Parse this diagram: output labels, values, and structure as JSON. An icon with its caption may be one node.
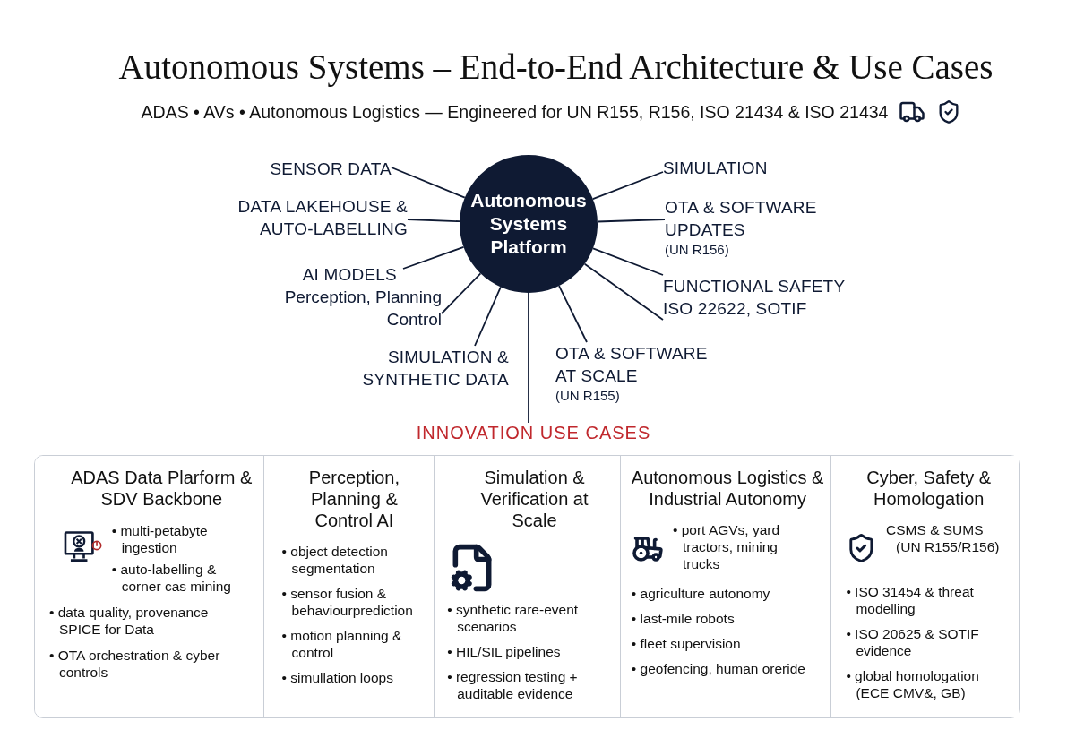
{
  "diagram": {
    "title": "Autonomous Systems – End-to-End Architecture & Use Cases",
    "nodes": [
      {
        "text": [
          "Autonomous Systems Platform"
        ]
      },
      {
        "text": [
          "SENSOR DATA"
        ]
      },
      {
        "text": [
          "DATA LAKEHOUSE & AUTO-LABELLING"
        ]
      },
      {
        "text": [
          "AI MODELS",
          "Perception, Planning Control"
        ]
      },
      {
        "text": [
          "SIMULATION & SYNTHETIC DATA"
        ]
      },
      {
        "text": [
          "OTA & SOFTWARE AT SCALE",
          "(UN R155)"
        ]
      },
      {
        "text": [
          "SIMULATION"
        ]
      },
      {
        "text": [
          "OTA & SOFTWARE UPDATES",
          "(UN R156)"
        ]
      },
      {
        "text": [
          "FUNCTIONAL SAFETY ISO 22622, SOTIF"
        ]
      },
      {
        "text": [
          "INNOVATION USE CASES"
        ]
      },
      {
        "text": [],
        "shape": "box"
      },
      {
        "text": [
          "ADAS Data Plarform & SDV Backbone",
          "• multi-petabyte ingestion",
          "• auto-labelling & corner cas mining",
          "• data quality, provenance SPICE for Data",
          "• OTA orchestration & cyber controls"
        ],
        "in": 10
      },
      {
        "text": [
          "Perception, Planning & Control AI",
          "• object detection segmentation",
          "• sensor fusion & behaviourprediction",
          "• motion planning & control",
          "• simullation loops"
        ],
        "in": 10
      },
      {
        "text": [
          "Simulation & Verification at Scale",
          "• synthetic rare-event scenarios",
          "• HIL/SIL pipelines",
          "• regression testing + auditable evidence"
        ],
        "in": 10
      },
      {
        "text": [
          "Autonomous Logistics & Industrial Autonomy",
          "• port AGVs, yard tractors, mining trucks",
          "• agriculture autonomy",
          "• last-mile robots",
          "• fleet supervision",
          "• geofencing, human oreride"
        ],
        "in": 10
      },
      {
        "text": [
          "Cyber, Safety & Homologation",
          "CSMS & SUMS (UN R155/R156)",
          "• ISO 31454 & threat modelling",
          "• ISO 20625 & SOTIF evidence",
          "• global homologation (ECE CMV&, GB)"
        ],
        "in": 10
      }
    ],
    "edges": [
      {
        "from": 0,
        "to": 1,
        "arrow": "none"
      },
      {
        "from": 0,
        "to": 2,
        "arrow": "none"
      },
      {
        "from": 0,
        "to": 3,
        "arrow": "none"
      },
      {
        "from": 0,
        "to": 3,
        "arrow": "none"
      },
      {
        "from": 0,
        "to": 4,
        "arrow": "none"
      },
      {
        "from": 0,
        "to": 9,
        "arrow": "none"
      },
      {
        "from": 0,
        "to": 5,
        "arrow": "none"
      },
      {
        "from": 0,
        "to": 8,
        "arrow": "none"
      },
      {
        "from": 0,
        "to": 6,
        "arrow": "none"
      },
      {
        "from": 0,
        "to": 7,
        "arrow": "none"
      },
      {
        "from": 0,
        "to": 8,
        "arrow": "none"
      }
    ],
    "labels": [
      "ADAS • AVs • Autonomous Logistics — Engineered for UN R155, R156, ISO 21434 & ISO 21434"
    ]
  }
}
